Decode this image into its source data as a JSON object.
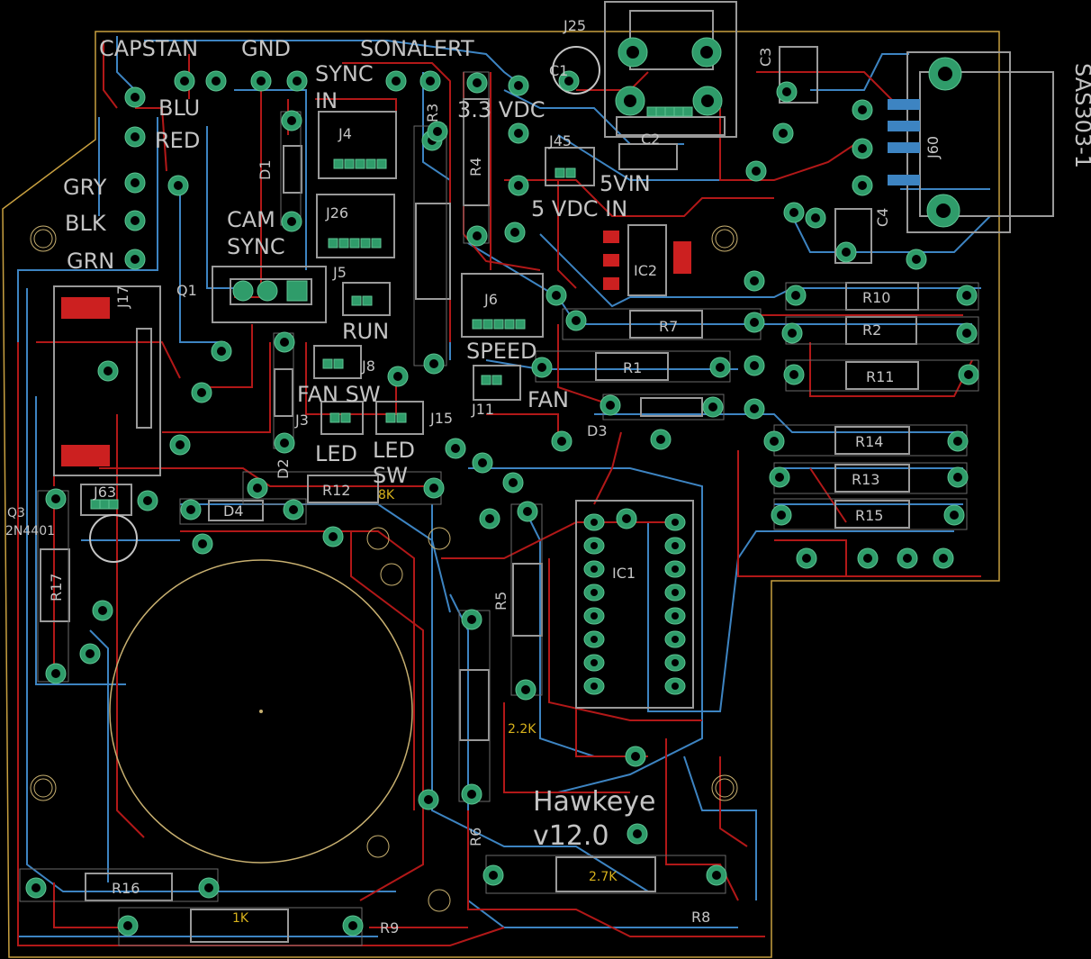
{
  "board": {
    "title": "Hawkeye",
    "version": "v12.0"
  },
  "top_labels": {
    "capstan": "CAPSTAN",
    "gnd": "GND",
    "sonalert": "SONALERT",
    "sync_in_1": "SYNC",
    "sync_in_2": "IN",
    "v33": "3.3 VDC",
    "v5in": "5VIN",
    "v5dc": "5 VDC IN",
    "sas": "SAS303-1"
  },
  "wire_labels": {
    "blu": "BLU",
    "red": "RED",
    "gry": "GRY",
    "blk": "BLK",
    "grn": "GRN",
    "cam_sync_1": "CAM",
    "cam_sync_2": "SYNC"
  },
  "connector_labels": {
    "run": "RUN",
    "speed": "SPEED",
    "fan_sw": "FAN SW",
    "fan": "FAN",
    "led": "LED",
    "led_sw_1": "LED",
    "led_sw_2": "SW"
  },
  "refdes": {
    "j25": "J25",
    "c1": "C1",
    "c2": "C2",
    "c3": "C3",
    "c4": "C4",
    "j4": "J4",
    "j26": "J26",
    "j5": "J5",
    "j6": "J6",
    "j8": "J8",
    "j3": "J3",
    "j11": "J11",
    "j15": "J15",
    "j17": "J17",
    "j45": "J45",
    "j60": "J60",
    "j63": "J63",
    "r1": "R1",
    "r2": "R2",
    "r3": "R3",
    "r4": "R4",
    "r5": "R5",
    "r6": "R6",
    "r7": "R7",
    "r8": "R8",
    "r9": "R9",
    "r10": "R10",
    "r11": "R11",
    "r12": "R12",
    "r13": "R13",
    "r14": "R14",
    "r15": "R15",
    "r16": "R16",
    "r17": "R17",
    "d1": "D1",
    "d2": "D2",
    "d3": "D3",
    "d4": "D4",
    "q1": "Q1",
    "q3": "Q3",
    "q3_part": "2N4401",
    "ic1": "IC1",
    "ic2": "IC2"
  },
  "values": {
    "r12": "8K",
    "r5": "2.2K",
    "r8": "2.7K",
    "r9": "1K"
  },
  "colors": {
    "background": "#000000",
    "top_copper": "#b21818",
    "bottom_copper": "#3d84c2",
    "pad": "#2f9c6a",
    "silkscreen": "#c4c4c4",
    "board_outline": "#c8a040",
    "values": "#d8b21c"
  }
}
